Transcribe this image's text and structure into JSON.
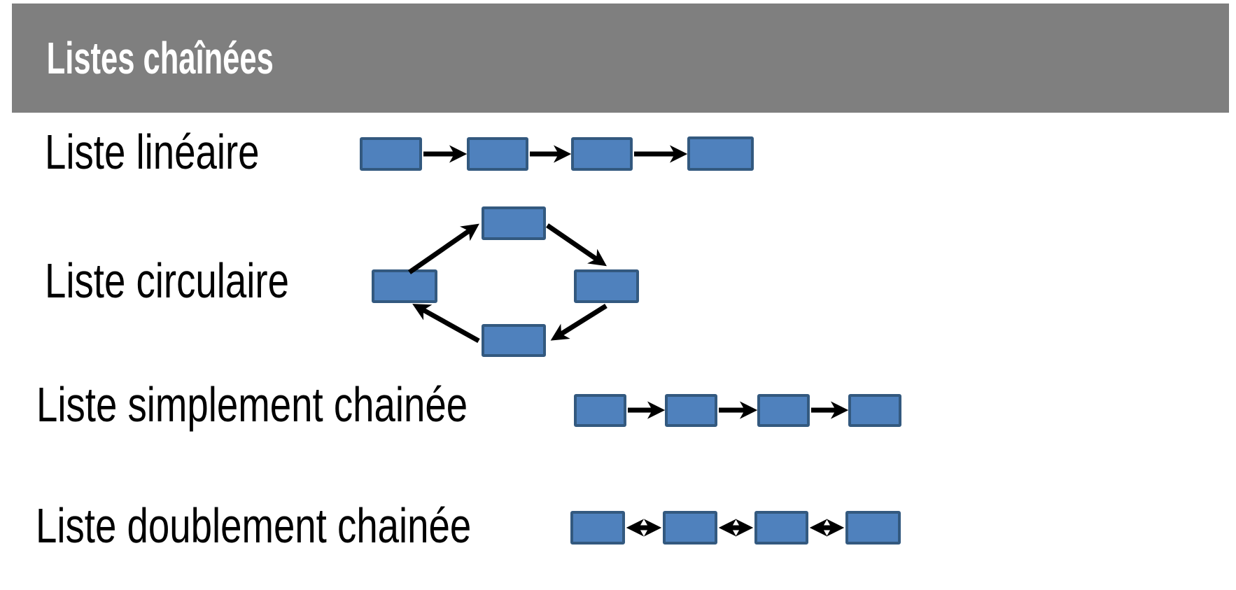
{
  "title": "Listes chaînées",
  "rows": [
    {
      "label": "Liste linéaire",
      "node_count": 4,
      "arrow_style": "single",
      "layout": "horizontal"
    },
    {
      "label": "Liste circulaire",
      "node_count": 4,
      "arrow_style": "single",
      "layout": "cycle"
    },
    {
      "label": "Liste simplement chainée",
      "node_count": 4,
      "arrow_style": "single",
      "layout": "horizontal"
    },
    {
      "label": "Liste doublement chainée",
      "node_count": 4,
      "arrow_style": "double",
      "layout": "horizontal"
    }
  ],
  "colors": {
    "page_background": "#ffffff",
    "header_background": "#7f7f7f",
    "title_text": "#ffffff",
    "label_text": "#000000",
    "node_fill": "#4f81bd",
    "node_border": "#33597f",
    "arrow": "#000000"
  }
}
